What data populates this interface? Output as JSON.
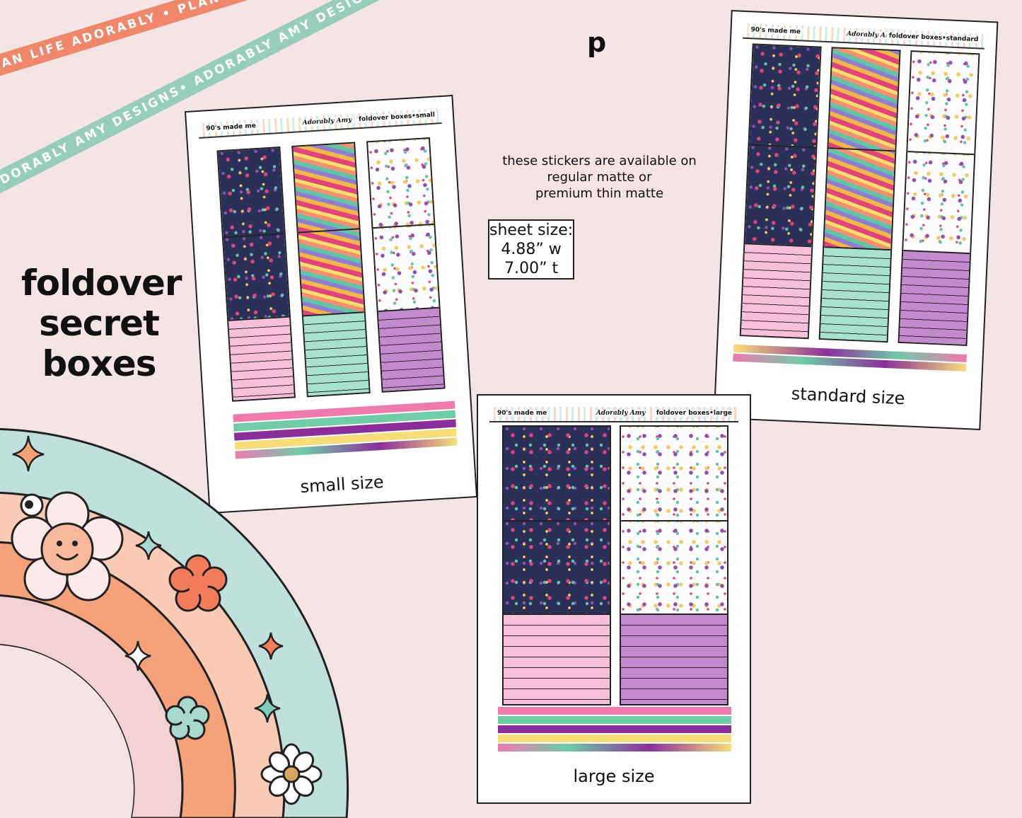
{
  "ribbons": {
    "orange": "PLAN LIFE ADORABLY • PLAN LIFE ADORABLY • PLAN LIFE ADORABLY",
    "teal": "ADORABLY AMY DESIGNS• ADORABLY AMY DESIGNS• ADORABLY AMY DESIGNS•"
  },
  "title": {
    "line1": "foldover",
    "line2": "secret",
    "line3": "boxes"
  },
  "p_mark": "p",
  "info": {
    "line1": "these stickers are available on",
    "line2": "regular matte or",
    "line3": "premium thin matte",
    "sheet_label": "sheet size:",
    "width": "4.88” w",
    "height": "7.00” t"
  },
  "sheets": {
    "small": {
      "left": "90's made me",
      "mid": "Adorably Amy",
      "right": "foldover boxes•small",
      "caption": "small size"
    },
    "standard": {
      "left": "90's made me",
      "mid": "Adorably Amy",
      "right": "foldover boxes•standard",
      "caption": "standard size"
    },
    "large": {
      "left": "90's made me",
      "mid": "Adorably Amy",
      "right": "foldover boxes•large",
      "caption": "large size"
    }
  },
  "colors": {
    "background": "#f5e4e5",
    "orange": "#f0866a",
    "teal": "#97cdbc",
    "pink": "#ee7aae",
    "mint": "#6fcba8",
    "purple": "#8a2f99",
    "yellow": "#f7dd7a"
  }
}
